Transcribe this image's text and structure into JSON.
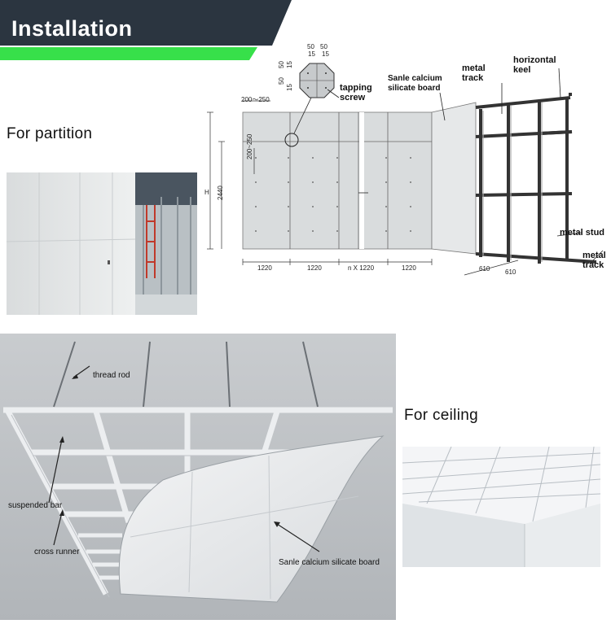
{
  "header": {
    "title": "Installation",
    "banner_color": "#2b3540",
    "accent_color": "#37e04a"
  },
  "partition": {
    "section_label": "For partition",
    "labels": {
      "tapping_screw": "tapping\nscrew",
      "board": "Sanle calcium\nsilicate board",
      "metal_track_top": "metal\ntrack",
      "horizontal_keel": "horizontal\nkeel",
      "metal_stud": "metal stud",
      "metal_track_bottom": "metal\ntrack"
    },
    "dimensions": {
      "top_spacing": "200～250",
      "side_spacing": "200~250",
      "height_h": "H",
      "height_2440": "2440",
      "widths": [
        "1220",
        "1220",
        "n X 1220",
        "1220"
      ],
      "stud_spacing": [
        "610",
        "610"
      ],
      "detail": [
        "50",
        "50",
        "15",
        "15",
        "50",
        "15",
        "50",
        "15"
      ]
    }
  },
  "ceiling": {
    "section_label": "For ceiling",
    "labels": {
      "thread_rod": "thread rod",
      "suspended_bar": "suspended bar",
      "cross_runner": "cross runner",
      "board": "Sanle calcium silicate board"
    }
  }
}
